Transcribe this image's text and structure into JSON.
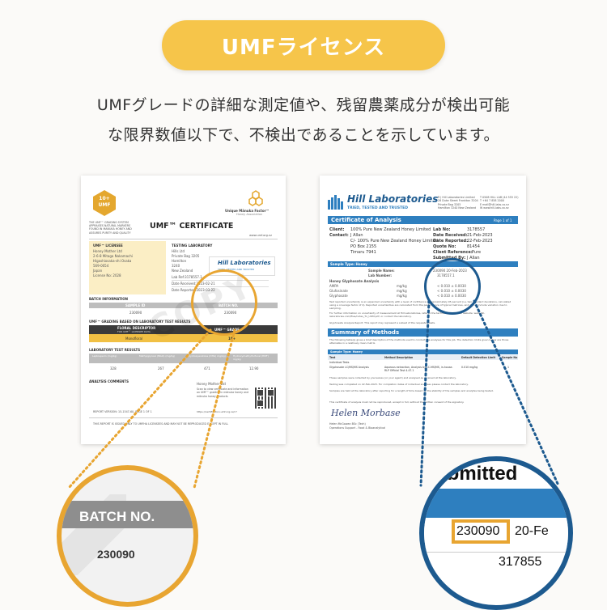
{
  "header": {
    "title": "UMFライセンス"
  },
  "intro": {
    "line1": "UMFグレードの詳細な測定値や、残留農薬成分が検出可能",
    "line2": "な限界数値以下で、不検出であることを示しています。"
  },
  "umf_cert": {
    "logo_top": "10+",
    "logo_bottom": "UMF",
    "left_blurb": "THE UMF™ GRADING SYSTEM APPRAISES NATURAL MARKERS FOUND IN MANUKA HONEY AND ASSURES PURITY AND QUALITY",
    "title": "UMF™ CERTIFICATE",
    "assoc_name": "Unique Mānuka Factor™",
    "assoc_sub": "Honey Association",
    "website": "www.umf.org.nz",
    "licensee_heading": "UMF™ LICENSEE",
    "licensee_lines": [
      "Honey Mother Ltd",
      "2-6-8 Mitaga Nakamachi",
      "Higashiosaka-shi Osaka",
      "569-0054",
      "Japan",
      "License No: 2028"
    ],
    "lab_heading": "TESTING LABORATORY",
    "lab_lines": [
      "Hills Ltd",
      "Private Bag 3205",
      "Hamilton",
      "3240",
      "New Zealand",
      "Lab Ref:3178557.1",
      "Date Received:2023-02-21",
      "Date Reported:2023-03-22"
    ],
    "hill_name": "Hill Laboratories",
    "hill_tag": "TRIED, TESTED AND TRUSTED",
    "batch_heading": "BATCH INFORMATION",
    "sample_label": "SAMPLE ID",
    "sample_value": "230090",
    "batch_label": "BATCH NO.",
    "batch_value": "230090",
    "grading_heading": "UMF™ GRADING BASED ON LABORATORY TEST RESULTS",
    "floral_label": "FLORAL DESCRIPTOR",
    "floral_sub": "FOR UMF™ LICENSEE DATA",
    "floral_value": "Monofloral",
    "grade_label": "UMF™ GRADE",
    "grade_value": "10+",
    "results_heading": "LABORATORY TEST RESULTS",
    "result_cols": [
      "Leptosperin (mg/kg)",
      "Methylglyoxal (MGO) (mg/kg)",
      "Dihydroxyacetone (DHA) mg/kg)",
      "Hydroxymethylfurfural (HMF) mg/kg"
    ],
    "result_vals": [
      "328",
      "267",
      "471",
      "12.90"
    ],
    "comments_heading": "ANALYSIS COMMENTS",
    "company": "Honey Mother Ltd",
    "scan_text": "Scan to view certificate and information on UMF™ grading in mānuka honey and mānuka honey products",
    "link": "https://certification.umf.org.nz/c?",
    "report_version": "REPORT VERSION: 15-1547-60, PAGE 1 OF 1",
    "footer": "THIS REPORT IS ISSUED ONLY TO UMFHA LICENSEES AND MAY NOT BE REPRODUCED EXCEPT IN FULL",
    "watermark": "COPY"
  },
  "hill_cert": {
    "brand": "Hill Laboratories",
    "tagline": "TRIED, TESTED AND TRUSTED",
    "address_lines": [
      "R J Hill Laboratories Limited",
      "28 Duke Street Frankton 3204",
      "Private Bag 3205",
      "Hamilton 3240 New Zealand"
    ],
    "phone_lines": [
      "T 0508 HILL LAB (44 555 22)",
      "T +64 7 858 2000",
      "E mail@hill-labs.co.nz",
      "W www.hill-labs.co.nz"
    ],
    "coa_title": "Certificate of Analysis",
    "page": "Page 1 of 1",
    "client_label": "Client:",
    "client_value": "100% Pure New Zealand Honey Limited",
    "contact_label": "Contact:",
    "contact_value": "J Allan",
    "contact_lines": [
      "C/- 100% Pure New Zealand Honey Limited",
      "PO Box 2155",
      "Timaru 7941"
    ],
    "labno_label": "Lab No:",
    "labno_value": "3178557",
    "received_label": "Date Received:",
    "received_value": "21-Feb-2023",
    "reported_label": "Date Reported:",
    "reported_value": "22-Feb-2023",
    "quote_label": "Quote No:",
    "quote_value": "81454",
    "ref_label": "Client Reference:",
    "ref_value": "Pure",
    "submitted_label": "Submitted By:",
    "submitted_value": "J Allan",
    "sample_type": "Sample Type: Honey",
    "sample_name_label": "Sample Name:",
    "sample_name_value": "230090 20-Feb-2023",
    "lab_number_label": "Lab Number:",
    "lab_number_value": "3178557.1",
    "analysis_heading": "Honey Glyphosate Analysis",
    "analysis_rows": [
      [
        "AMPA",
        "mg/kg",
        "< 0.010 ± 0.0030"
      ],
      [
        "Glufosinate",
        "mg/kg",
        "< 0.010 ± 0.0030"
      ],
      [
        "Glyphosate",
        "mg/kg",
        "< 0.010 ± 0.0030"
      ]
    ],
    "note1": "Test reported uncertainty is an expanded uncertainty with a level of confidence of approximately 95 percent (i.e. two standard deviations, calculated using a coverage factor of 2). Reported uncertainties are calculated from the performance of typical matrices, and do not include variation due to sampling.",
    "note2": "For further information on uncertainty of measurement at Hill Laboratories, refer to the technical note on our website: www.hill-laboratories.com/files/notes_Tn_UOM.pdf, or contact the laboratory.",
    "note3": "Glyphosate Analysis Report: This report may represent a subset of the requested tests.",
    "summary_title": "Summary of Methods",
    "summary_text": "The following table(s) gives a brief description of the methods used to conduct the analyses for this job. The detection limits given below are those attainable in a relatively clean matrix.",
    "method_cols": [
      "Test",
      "Method Description",
      "Default Detection Limit",
      "Sample No"
    ],
    "method_section": "Individual Tests",
    "method_row": [
      "Glyphosate LC/MS/MS Analysis",
      "Aqueous extraction, Analysis by LC-MS/MS, in-house. RLP Official Test 4.47.1",
      "0.010 mg/kg",
      "1"
    ],
    "tail1": "These samples were collected by yourselves (or your agent) and analysed as received at the laboratory.",
    "tail2": "Testing was completed on 22-Feb-2023. For completion dates of individual analyses please contact the laboratory.",
    "tail3": "Samples are held at the laboratory after reporting for a length of time based on the stability of the samples and analytes being tested.",
    "tail4": "This certificate of analysis must not be reproduced, except in full, without the written consent of the signatory.",
    "signature": "Helen Morbase",
    "signer": "Helen McGowan BSc (Tech)",
    "signer_title": "Operations Support - Food & Bioanalytical"
  },
  "zoom_left": {
    "label": "BATCH NO.",
    "value": "230090"
  },
  "zoom_right": {
    "header": "ubmitted",
    "value": "230090",
    "suffix": "20-Fe",
    "sub": "317855"
  },
  "colors": {
    "accent": "#f6c54a",
    "orange": "#e8a531",
    "blue": "#2e7fbf",
    "navy": "#1d5a8f"
  }
}
